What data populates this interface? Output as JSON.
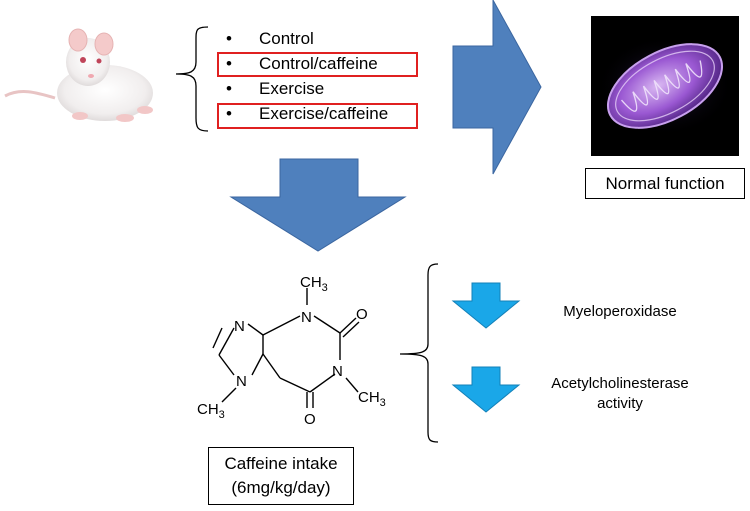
{
  "groups": {
    "items": [
      {
        "label": "Control",
        "highlighted": false
      },
      {
        "label": "Control/caffeine",
        "highlighted": true
      },
      {
        "label": "Exercise",
        "highlighted": false
      },
      {
        "label": "Exercise/caffeine",
        "highlighted": true
      }
    ],
    "bullet": "•",
    "highlight_color": "#e02020"
  },
  "mitochondrion": {
    "caption": "Normal function"
  },
  "caffeine": {
    "caption_line1": "Caffeine intake",
    "caption_line2": "(6mg/kg/day)",
    "atoms": {
      "n_top_methyl": "CH",
      "n_right_methyl": "CH",
      "n_left_methyl": "CH",
      "sub3": "3",
      "n": "N",
      "o": "O"
    }
  },
  "effects": {
    "items": [
      {
        "line1": "Myeloperoxidase",
        "line2": "",
        "direction": "decrease"
      },
      {
        "line1": "Acetylcholinesterase",
        "line2": "activity",
        "direction": "decrease"
      }
    ],
    "arrow_color": "#1aa7e8"
  },
  "colors": {
    "big_arrow": "#4f80bd",
    "big_arrow_stroke": "#3b66a0",
    "mito_bg": "#000000"
  }
}
